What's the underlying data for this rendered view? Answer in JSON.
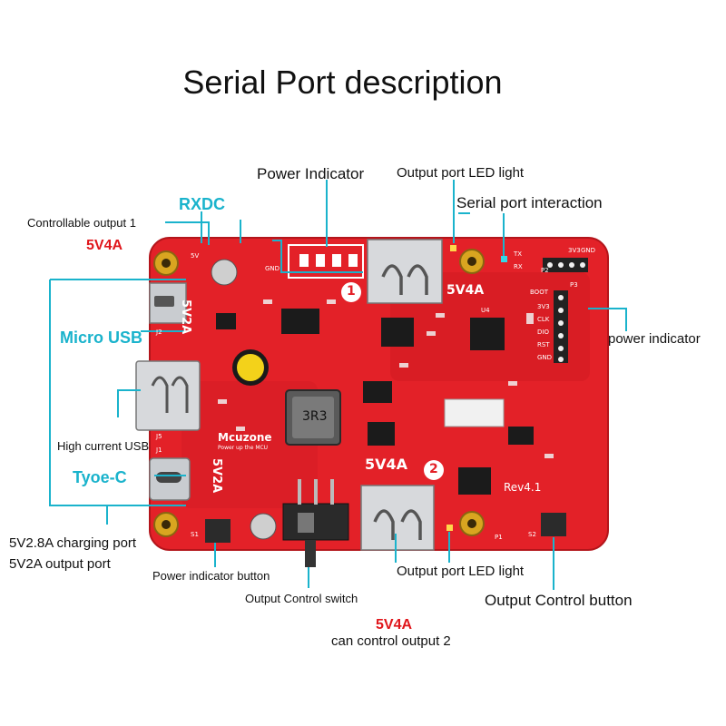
{
  "title": "Serial Port description",
  "labels": {
    "power_indicator": "Power Indicator",
    "output_led_top": "Output port LED light",
    "serial_interaction": "Serial port interaction",
    "rxdc": "RXDC",
    "controllable_output_1": "Controllable output 1",
    "v5_4a_left": "5V4A",
    "micro_usb": "Micro USB",
    "high_current_usb": "High current USB",
    "type_c": "Tyoe-C",
    "power_indicator_right": "power indicator",
    "charging_port": "5V2.8A charging port",
    "output_port_2a": "5V2A output port",
    "power_indicator_button": "Power indicator button",
    "output_control_switch": "Output Control switch",
    "output_led_bottom": "Output port LED light",
    "output_control_button": "Output Control button",
    "v5_4a_bottom": "5V4A",
    "can_control_output_2": "can control output 2"
  },
  "board": {
    "brand": "Mcuzone",
    "brand_sub": "Power up the MCU",
    "inductor": "3R3",
    "rev": "Rev4.1",
    "port1_rating": "5V4A",
    "port2_rating": "5V4A",
    "side_rating_top": "5V2A",
    "side_rating_bottom": "5V2A",
    "num1": "1",
    "num2": "2",
    "pins": [
      "BOOT",
      "3V3",
      "CLK",
      "DIO",
      "RST",
      "GND"
    ],
    "header_pins": [
      "RX",
      "TX",
      "3V3",
      "GND"
    ],
    "silk": [
      "U4",
      "P2",
      "P3",
      "J2",
      "J5",
      "J1",
      "P1",
      "S2",
      "S1",
      "5V",
      "GND",
      "TX",
      "RX"
    ]
  },
  "colors": {
    "board": "#e32128",
    "callout": "#1ab3cc",
    "red_label": "#e0161b"
  }
}
